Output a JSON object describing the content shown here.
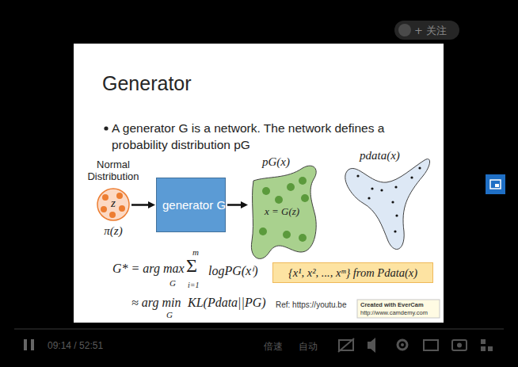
{
  "diagram": {
    "title": "Generator",
    "nodes": [
      {
        "text": [
          "Normal Distribution",
          "z",
          "π(z)"
        ]
      },
      {
        "text": [
          "generator G"
        ]
      },
      {
        "text": [
          "pG(x)",
          "x = G(z)"
        ]
      },
      {
        "text": [
          "pdata(x)"
        ]
      },
      {
        "text": [
          "{x¹, x², ..., xᵐ} from Pdata(x)"
        ]
      }
    ],
    "edges": [
      {
        "from": 0,
        "to": 1,
        "arrow": "to"
      },
      {
        "from": 1,
        "to": 2,
        "arrow": "to"
      }
    ],
    "labels": [
      "+ 关注",
      "A generator G is a network. The network defines a probability distribution pG",
      "G* = arg max",
      "G",
      "m",
      "Σ",
      "i=1",
      "logPG(xⁱ)",
      "≈ arg min",
      "G",
      "KL(Pdata||PG)",
      "Ref: https://youtu.be",
      "Created with EverCam",
      "http://www.camdemy.com",
      "09:14 / 52:51",
      "倍速",
      "自动"
    ]
  }
}
